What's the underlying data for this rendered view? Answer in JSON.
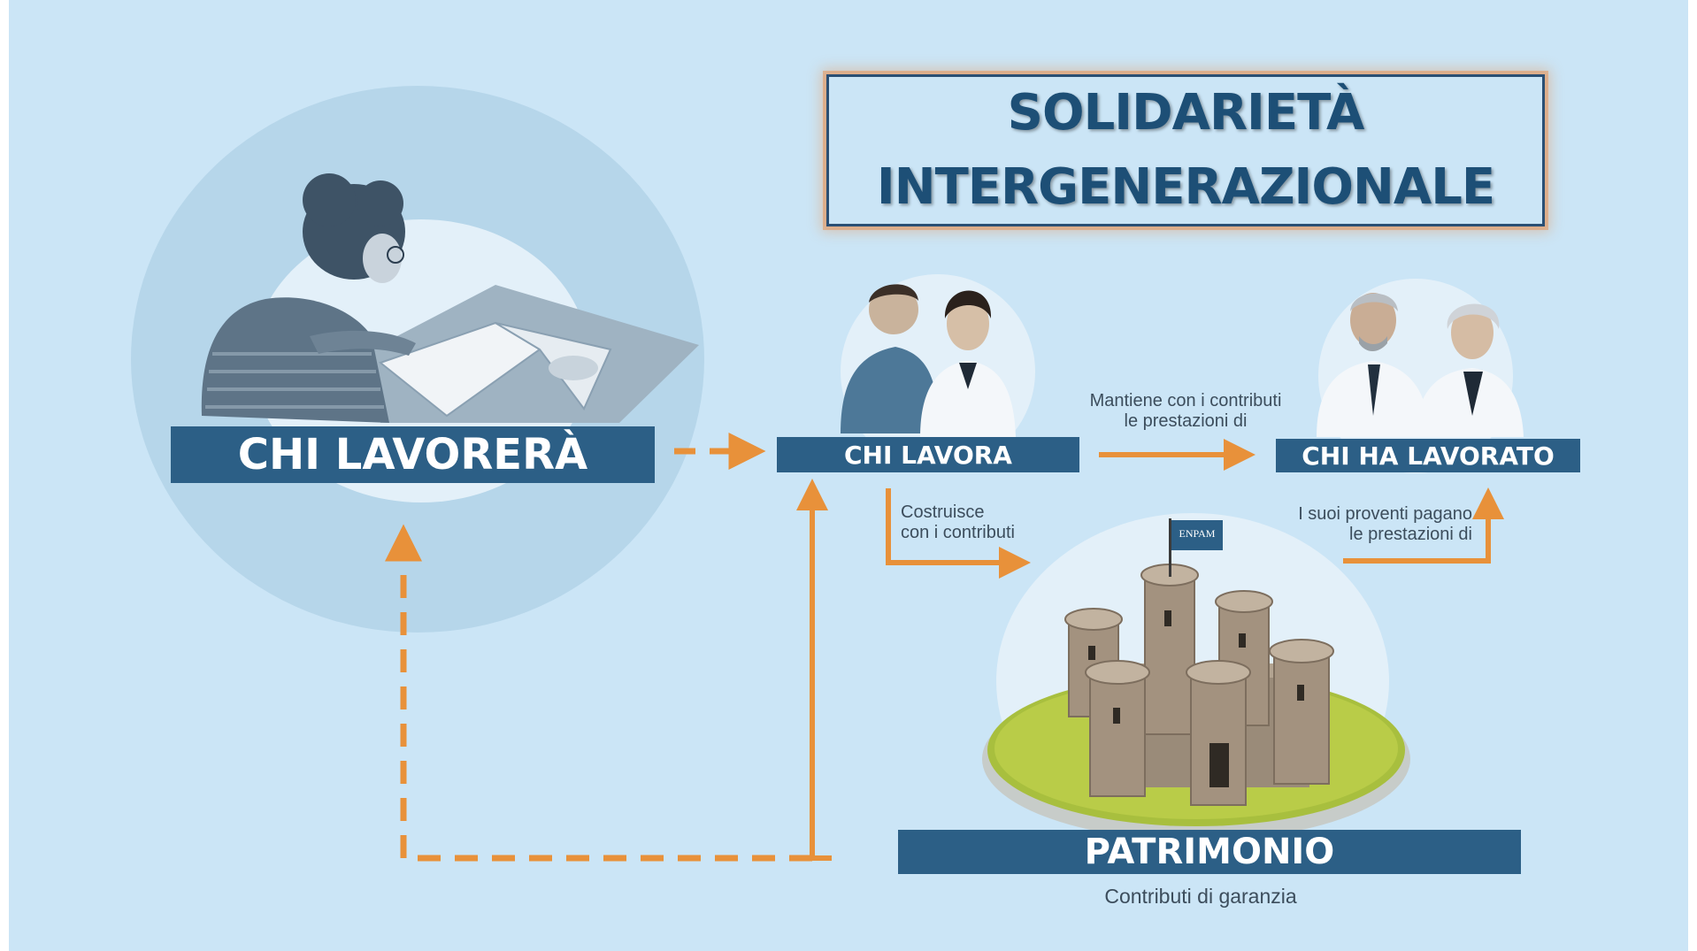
{
  "title": {
    "line1": "SOLIDARIETÀ",
    "line2": "INTERGENERAZIONALE"
  },
  "nodes": {
    "chi_lavorera": "CHI LAVORERÀ",
    "chi_lavora": "CHI LAVORA",
    "chi_ha_lavorato": "CHI HA LAVORATO",
    "patrimonio": "PATRIMONIO"
  },
  "captions": {
    "mantiene_line1": "Mantiene con i contributi",
    "mantiene_line2": "le prestazioni di",
    "costruisce_line1": "Costruisce",
    "costruisce_line2": "con i contributi",
    "proventi_line1": "I suoi proventi pagano",
    "proventi_line2": "le prestazioni di",
    "contributi_garanzia": "Contributi di garanzia"
  },
  "flag_text": "ENPAM",
  "colors": {
    "background": "#cbe5f6",
    "bar": "#2c5f86",
    "title_text": "#1d4f76",
    "arrow": "#e8913a",
    "circle_outer": "#b6d6ea",
    "circle_inner": "#e3f0f9"
  },
  "icons": {
    "student": "student-reading-illustration",
    "workers": "young-doctors-illustration",
    "retirees": "senior-doctors-illustration",
    "castle": "castle-illustration"
  }
}
